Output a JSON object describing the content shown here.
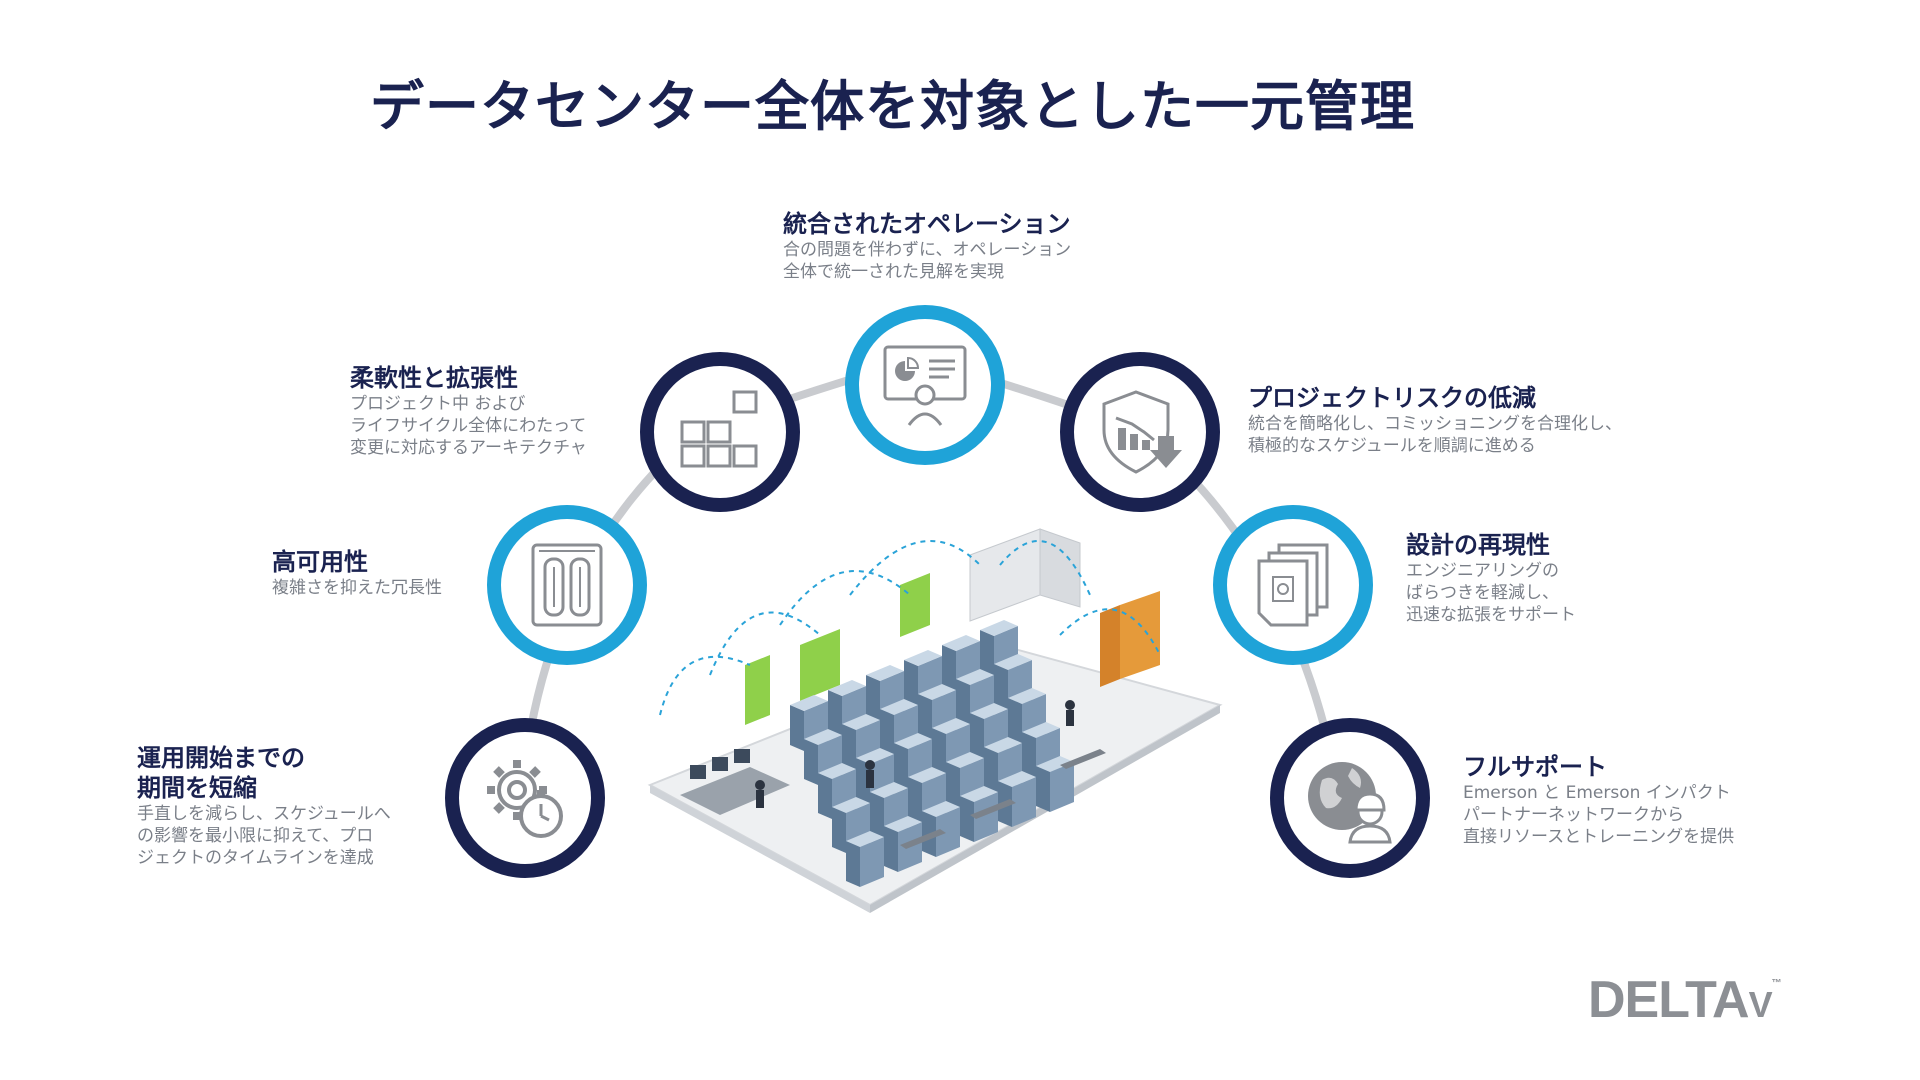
{
  "title": "データセンター全体を対象とした一元管理",
  "features": {
    "integrated": {
      "heading": "統合されたオペレーション",
      "lines": [
        "合の問題を伴わずに、オペレーション",
        "全体で統一された見解を実現"
      ],
      "icon": "dashboard-presenter-icon"
    },
    "flexibility": {
      "heading": "柔軟性と拡張性",
      "lines": [
        "プロジェクト中 および",
        "ライフサイクル全体にわたって",
        "変更に対応するアーキテクチャ"
      ],
      "icon": "modular-blocks-icon"
    },
    "risk": {
      "heading": "プロジェクトリスクの低減",
      "lines": [
        "統合を簡略化し、コミッショニングを合理化し、",
        "積極的なスケジュールを順調に進める"
      ],
      "icon": "shield-down-chart-icon"
    },
    "availability": {
      "heading": "高可用性",
      "lines": [
        "複雑さを抑えた冗長性"
      ],
      "icon": "redundant-controller-icon"
    },
    "reproducibility": {
      "heading": "設計の再現性",
      "lines": [
        "エンジニアリングの",
        "ばらつきを軽減し、",
        "迅速な拡張をサポート"
      ],
      "icon": "document-stack-icon"
    },
    "startup": {
      "heading1": "運用開始までの",
      "heading2": "期間を短縮",
      "lines": [
        "手直しを減らし、スケジュールへ",
        "の影響を最小限に抑えて、プロ",
        "ジェクトのタイムラインを達成"
      ],
      "icon": "gear-stopwatch-icon"
    },
    "support": {
      "heading": "フルサポート",
      "lines": [
        "Emerson と Emerson インパクト",
        "パートナーネットワークから",
        "直接リソースとトレーニングを提供"
      ],
      "icon": "globe-engineer-icon"
    }
  },
  "logo": {
    "main": "DELTA",
    "v": "V",
    "tm": "™"
  },
  "colors": {
    "navy": "#1a2250",
    "cyan": "#1fa3d8",
    "gray": "#7a7f88"
  }
}
